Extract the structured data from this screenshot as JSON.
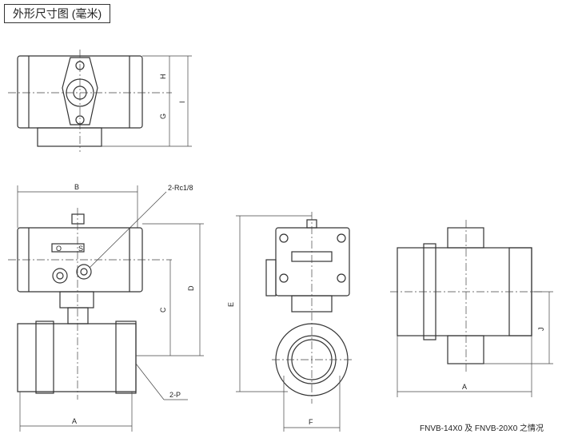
{
  "title": "外形尺寸图 (毫米)",
  "caption": "FNVB-14X0 及 FNVB-20X0 之情况",
  "top_view": {
    "dim_h": "H",
    "dim_g": "G",
    "dim_i": "I"
  },
  "front_view": {
    "dim_b": "B",
    "port_label": "2-Rc1/8",
    "dim_c": "C",
    "dim_d": "D",
    "dim_a": "A",
    "pipe_label": "2-P",
    "indicator_open": "O",
    "indicator_shut": "S"
  },
  "side_view": {
    "dim_e": "E",
    "dim_f": "F"
  },
  "right_view": {
    "dim_j": "J",
    "dim_a": "A"
  }
}
